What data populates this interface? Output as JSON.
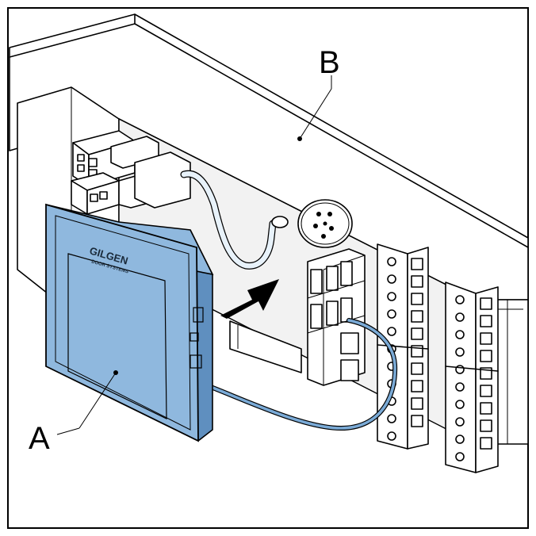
{
  "callouts": {
    "a": "A",
    "b": "B"
  },
  "device": {
    "logo_text": "GILGEN",
    "logo_subtext": "DOOR SYSTEMS"
  },
  "colors": {
    "device_blue": "#8fb8de",
    "device_dark": "#5f8fbf",
    "cable_blue": "#7aaad6",
    "arrow": "#000000",
    "frame": "#000000"
  }
}
